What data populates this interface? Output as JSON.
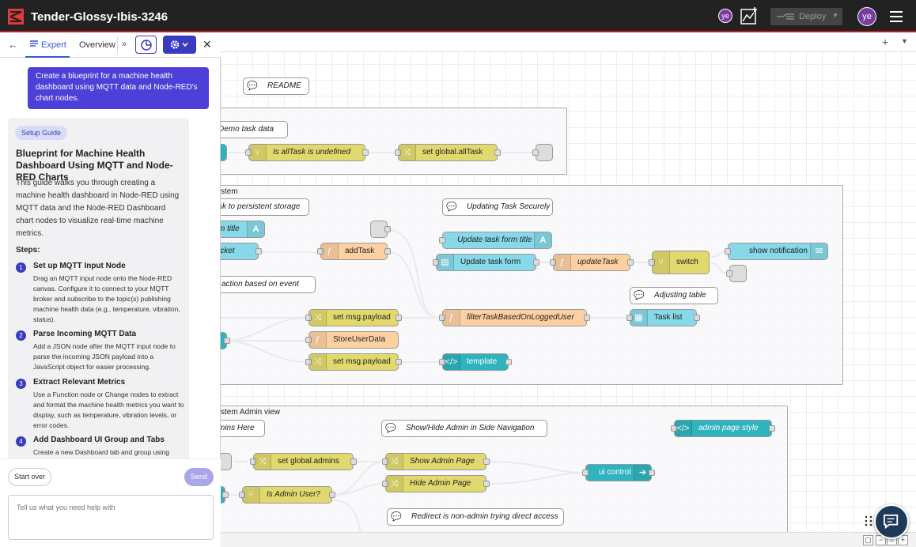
{
  "header": {
    "title": "Tender-Glossy-Ibis-3246",
    "avatar_small": "ye",
    "deploy_label": "Deploy",
    "avatar": "ye"
  },
  "panel": {
    "tabs": {
      "expert": "Expert",
      "overview": "Overview"
    },
    "user_message": "Create a blueprint for a machine health dashboard using MQTT data and Node-RED's chart nodes.",
    "guide": {
      "chip": "Setup Guide",
      "title": "Blueprint for Machine Health Dashboard Using MQTT and Node-RED Charts",
      "intro": "This guide walks you through creating a machine health dashboard in Node-RED using MQTT data and the Node-RED Dashboard chart nodes to visualize real-time machine metrics.",
      "steps_heading": "Steps:",
      "steps": [
        {
          "num": "1",
          "title": "Set up MQTT Input Node",
          "desc": "Drag an MQTT input node onto the Node-RED canvas. Configure it to connect to your MQTT broker and subscribe to the topic(s) publishing machine health data (e.g., temperature, vibration, status)."
        },
        {
          "num": "2",
          "title": "Parse Incoming MQTT Data",
          "desc": "Add a JSON node after the MQTT input node to parse the incoming JSON payload into a JavaScript object for easier processing."
        },
        {
          "num": "3",
          "title": "Extract Relevant Metrics",
          "desc": "Use a Function node or Change nodes to extract and format the machine health metrics you want to display, such as temperature, vibration levels, or error codes."
        },
        {
          "num": "4",
          "title": "Add Dashboard UI Group and Tabs",
          "desc": "Create a new Dashboard tab and group using"
        }
      ]
    },
    "start_over": "Start over",
    "send": "Send",
    "input_placeholder": "Tell us what you need help with"
  },
  "canvas": {
    "groups": {
      "g1": "",
      "g2": "ystem",
      "g3": "ystem Admin view"
    },
    "nodes": {
      "readme": "README",
      "demo": "Demo task data",
      "allTaskUndefined": "Is allTask is undefined",
      "setGlobalAllTask": "set global.allTask",
      "persist": "sk to persistent storage",
      "updatingSecurely": "Updating Task Securely",
      "formTitle": "m title",
      "ticket": "icket",
      "addTask": "addTask",
      "updateFormTitle": "Update task form title",
      "updateForm": "Update task form",
      "updateTask": "updateTask",
      "switch": "switch",
      "showNotification": "show notification",
      "actionEvent": "action based on event",
      "adjustingTable": "Adjusting table",
      "setPayload1": "set msg.payload",
      "filterTask": "filterTaskBasedOnLoggedUser",
      "taskList": "Task list",
      "storeUser": "StoreUserData",
      "setPayload2": "set msg.payload",
      "template": "template",
      "adminsHere": "mins Here",
      "showHideAdmin": "Show/Hide Admin in Side Navigation",
      "adminStyle": "admin page style",
      "setGlobalAdmins": "set global.admins",
      "showAdminPage": "Show Admin Page",
      "hideAdminPage": "Hide Admin Page",
      "uiControl": "ui control",
      "isAdmin": "Is Admin User?",
      "redirect": "Redirect is non-admin trying direct access"
    }
  },
  "colors": {
    "header_bg": "#222222",
    "accent": "#3b3bc0",
    "user_bubble": "#4c40d8",
    "function_node": "#fdd0a2",
    "change_node": "#e2d96e",
    "ui_node": "#87d8e8",
    "template_node": "#2fb3be"
  },
  "icons": [
    "logo-icon",
    "chart-icon",
    "deploy-icon",
    "hamburger-icon",
    "back-icon",
    "doc-icon",
    "pie-icon",
    "gear-icon",
    "close-icon",
    "chat-help-icon"
  ]
}
